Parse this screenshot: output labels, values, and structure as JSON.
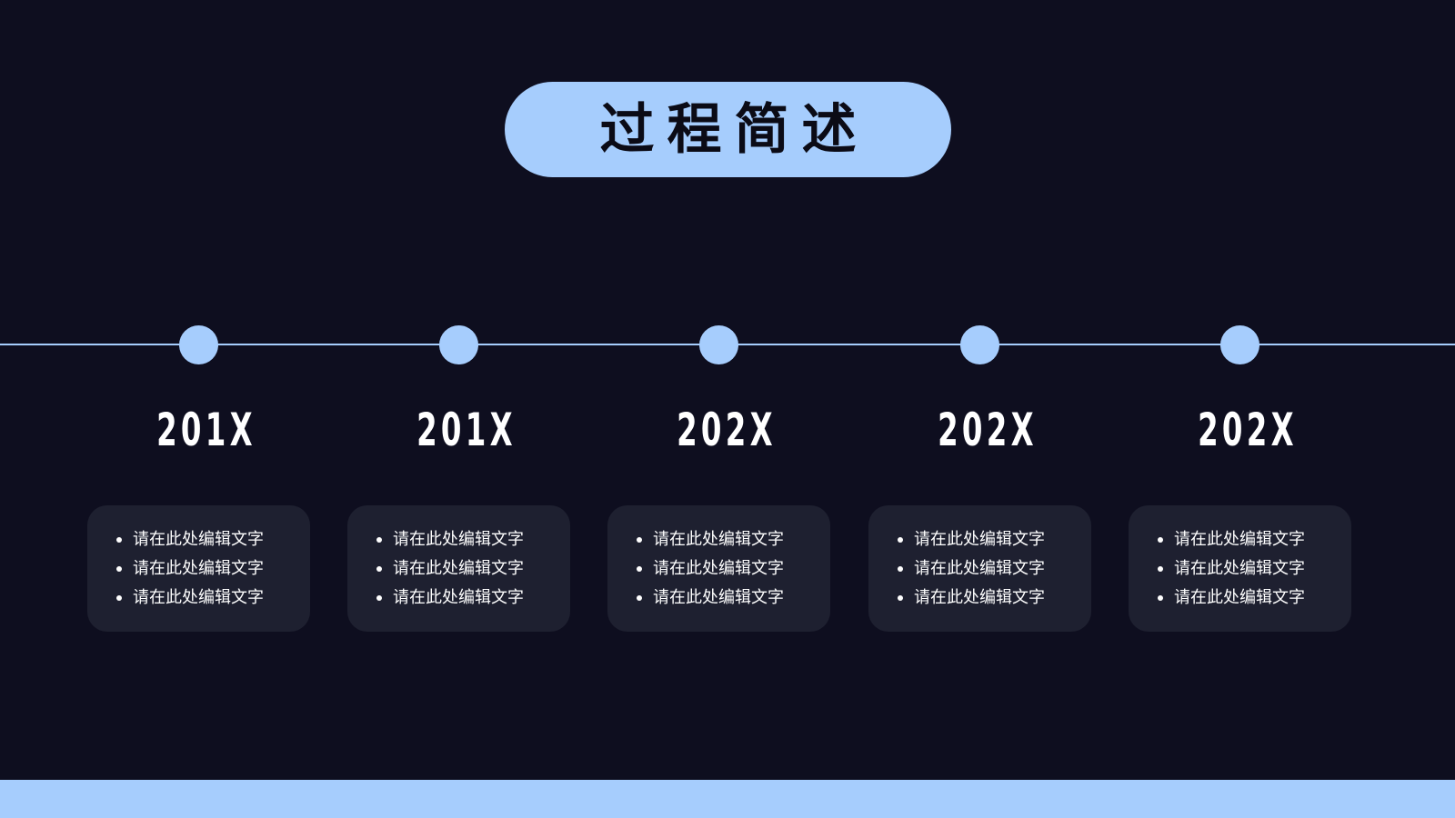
{
  "title": "过程简述",
  "colors": {
    "background": "#0e0e1f",
    "accent": "#a6cdfd",
    "card": "#1e2030",
    "text": "#ffffff"
  },
  "milestones": [
    {
      "year": "201X",
      "items": [
        "请在此处编辑文字",
        "请在此处编辑文字",
        "请在此处编辑文字"
      ]
    },
    {
      "year": "201X",
      "items": [
        "请在此处编辑文字",
        "请在此处编辑文字",
        "请在此处编辑文字"
      ]
    },
    {
      "year": "202X",
      "items": [
        "请在此处编辑文字",
        "请在此处编辑文字",
        "请在此处编辑文字"
      ]
    },
    {
      "year": "202X",
      "items": [
        "请在此处编辑文字",
        "请在此处编辑文字",
        "请在此处编辑文字"
      ]
    },
    {
      "year": "202X",
      "items": [
        "请在此处编辑文字",
        "请在此处编辑文字",
        "请在此处编辑文字"
      ]
    }
  ]
}
